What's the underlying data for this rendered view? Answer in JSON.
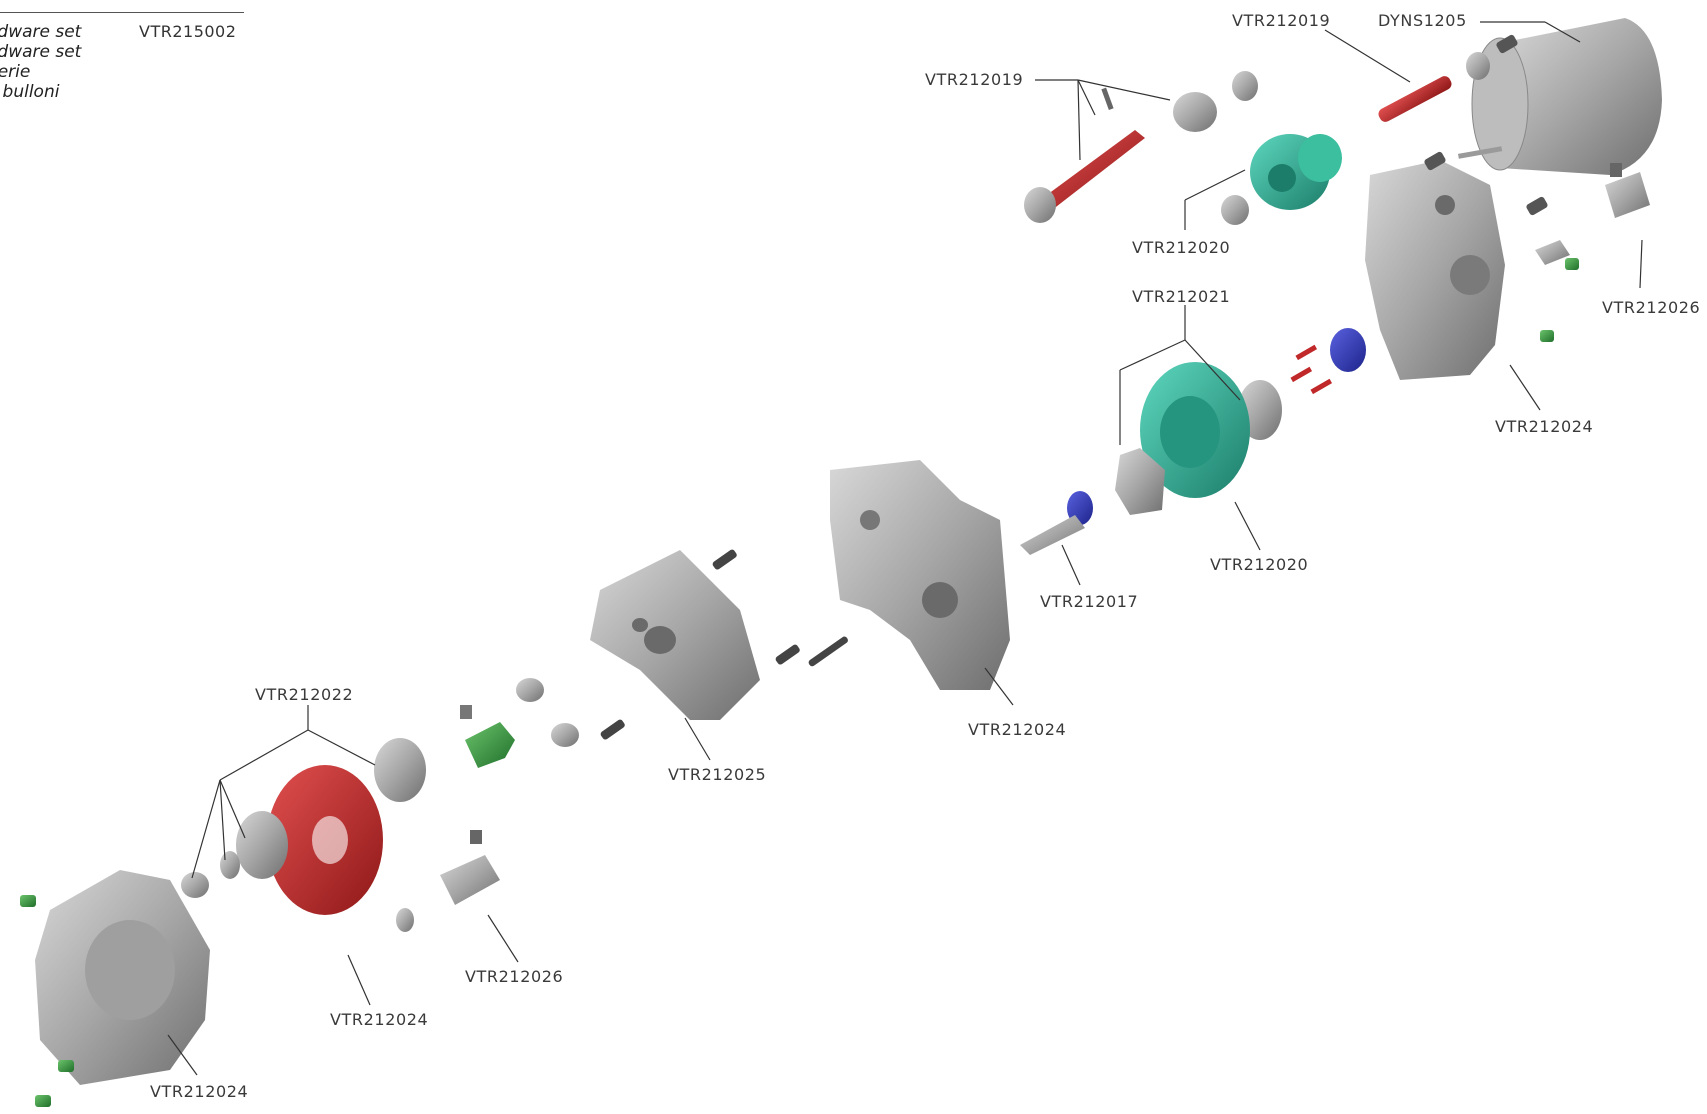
{
  "legend": {
    "lines": [
      "ardware set",
      "ardware set",
      "sserie",
      "et bulloni"
    ],
    "code": "VTR215002"
  },
  "callouts": [
    "VTR212019",
    "VTR212019",
    "DYNS1205",
    "VTR212020",
    "VTR212026",
    "VTR212021",
    "VTR212024",
    "VTR212020",
    "VTR212017",
    "VTR212024",
    "VTR212022",
    "VTR212025",
    "VTR212026",
    "VTR212024",
    "VTR212024"
  ],
  "colors": {
    "part_red": "#c0282a",
    "part_teal": "#2fae96",
    "part_green": "#2e8f3a",
    "part_blue": "#2f36b8",
    "part_gray": "#9a9a9a"
  }
}
